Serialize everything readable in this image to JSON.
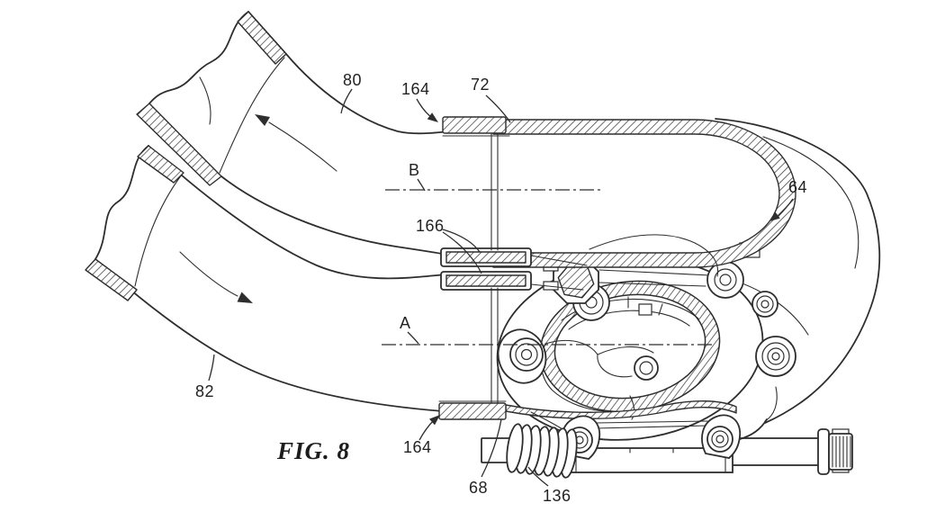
{
  "figure": {
    "caption": "FIG. 8",
    "labels": [
      {
        "text": "80"
      },
      {
        "text": "164"
      },
      {
        "text": "72"
      },
      {
        "text": "B"
      },
      {
        "text": "64"
      },
      {
        "text": "166"
      },
      {
        "text": "A"
      },
      {
        "text": "82"
      },
      {
        "text": "164"
      },
      {
        "text": "68"
      },
      {
        "text": "136"
      }
    ],
    "colors": {
      "line": "#2e2e2e",
      "background": "#ffffff"
    }
  }
}
